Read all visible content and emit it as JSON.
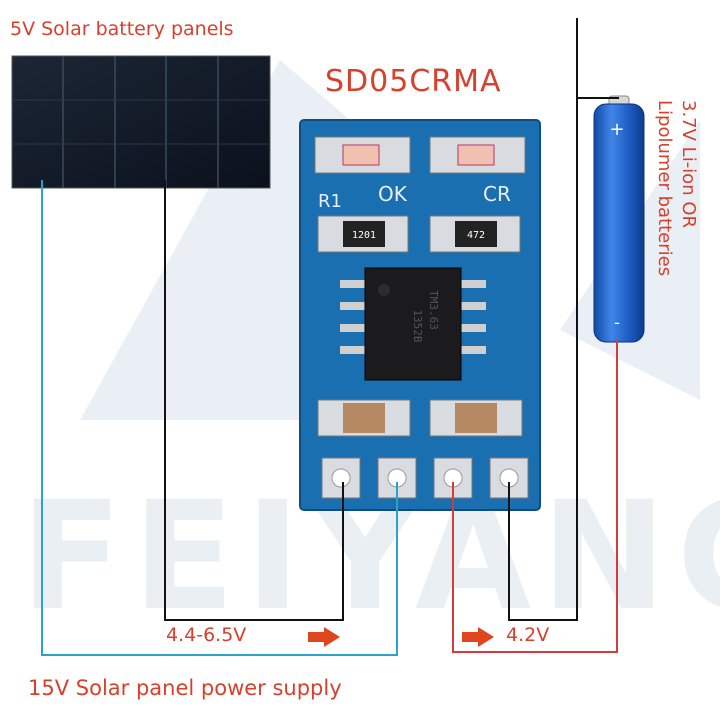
{
  "labels": {
    "solar_panels": "5V Solar battery panels",
    "module_name": "SD05CRMA",
    "battery_line1": "3.7V Li-ion OR",
    "battery_line2": "Lipolumer batteries",
    "input_voltage": "4.4-6.5V",
    "output_voltage": "4.2V",
    "power_supply": "15V Solar panel power supply"
  },
  "board": {
    "led_ok": "OK",
    "led_cr": "CR",
    "resistor_ref": "R1",
    "resistor_1": "1201",
    "resistor_2": "472",
    "chip_line1": "TM3.63",
    "chip_line2": "1352B",
    "battery_plus": "+",
    "battery_minus": "-"
  },
  "watermark": "FEIYANG",
  "colors": {
    "label_red": "#d9402b",
    "wire_black": "#111111",
    "wire_cyan": "#2aa3c9",
    "wire_red": "#d63a3a",
    "pcb_blue": "#1a6fb0",
    "battery_blue": "#1f63c6",
    "arrow_orange": "#e0461e"
  }
}
